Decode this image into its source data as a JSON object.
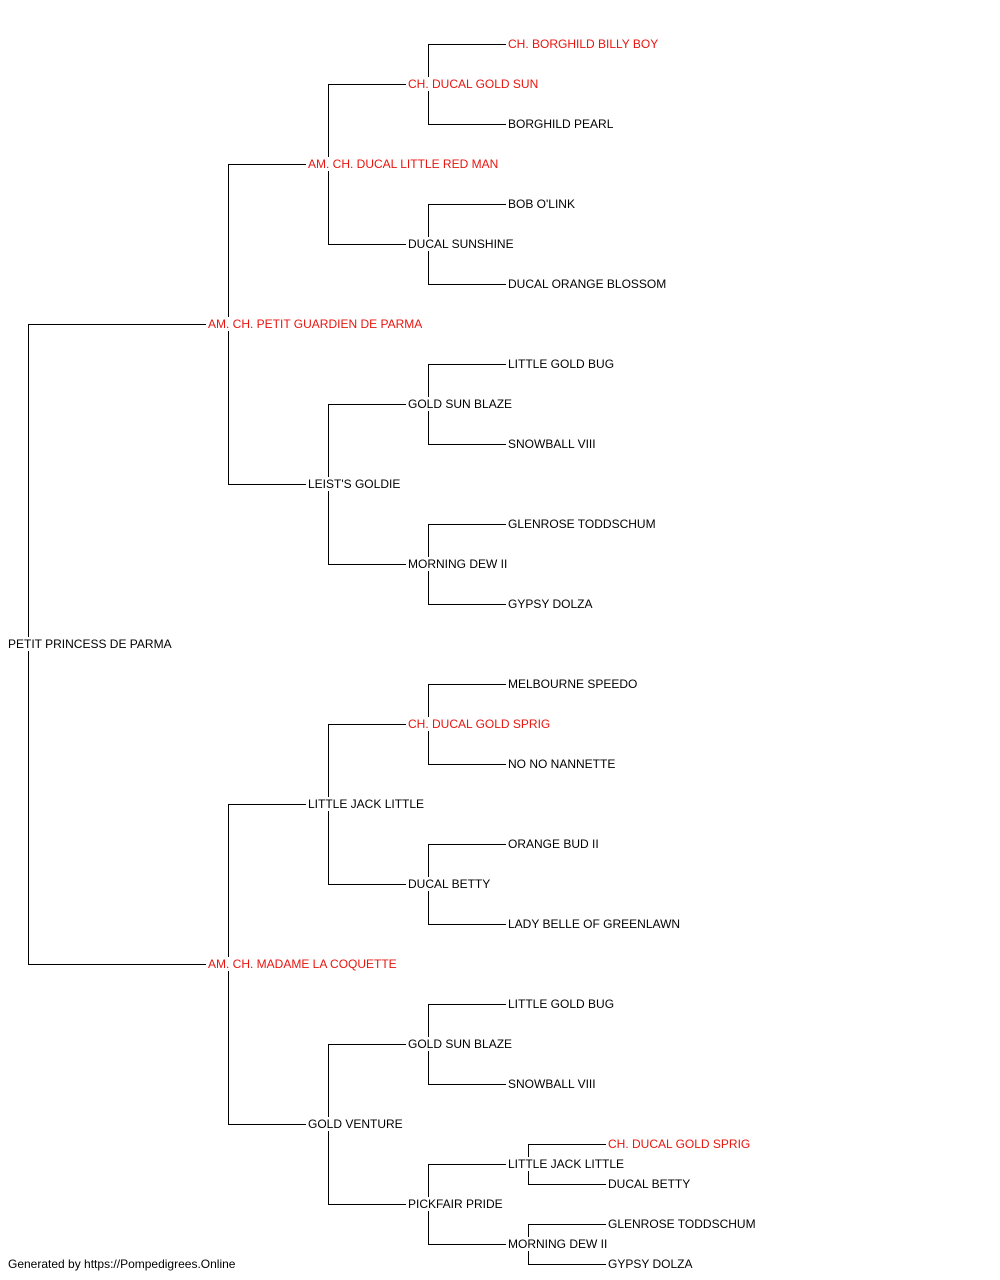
{
  "colors": {
    "champion": "#e8150f",
    "default": "#000000",
    "line": "#000000"
  },
  "pedigree": {
    "name": "PETIT PRINCESS DE PARMA",
    "champion": false,
    "sire": {
      "name": "AM. CH. PETIT GUARDIEN DE PARMA",
      "champion": true,
      "sire": {
        "name": "AM. CH. DUCAL LITTLE RED MAN",
        "champion": true,
        "sire": {
          "name": "CH. DUCAL GOLD SUN",
          "champion": true,
          "sire": {
            "name": "CH. BORGHILD BILLY BOY",
            "champion": true
          },
          "dam": {
            "name": "BORGHILD PEARL",
            "champion": false
          }
        },
        "dam": {
          "name": "DUCAL SUNSHINE",
          "champion": false,
          "sire": {
            "name": "BOB O'LINK",
            "champion": false
          },
          "dam": {
            "name": "DUCAL ORANGE BLOSSOM",
            "champion": false
          }
        }
      },
      "dam": {
        "name": "LEIST'S GOLDIE",
        "champion": false,
        "sire": {
          "name": "GOLD SUN BLAZE",
          "champion": false,
          "sire": {
            "name": "LITTLE GOLD BUG",
            "champion": false
          },
          "dam": {
            "name": "SNOWBALL VIII",
            "champion": false
          }
        },
        "dam": {
          "name": "MORNING DEW II",
          "champion": false,
          "sire": {
            "name": "GLENROSE TODDSCHUM",
            "champion": false
          },
          "dam": {
            "name": "GYPSY DOLZA",
            "champion": false
          }
        }
      }
    },
    "dam": {
      "name": "AM. CH. MADAME LA COQUETTE",
      "champion": true,
      "sire": {
        "name": "LITTLE JACK LITTLE",
        "champion": false,
        "sire": {
          "name": "CH. DUCAL GOLD SPRIG",
          "champion": true,
          "sire": {
            "name": "MELBOURNE SPEEDO",
            "champion": false
          },
          "dam": {
            "name": "NO NO NANNETTE",
            "champion": false
          }
        },
        "dam": {
          "name": "DUCAL BETTY",
          "champion": false,
          "sire": {
            "name": "ORANGE BUD II",
            "champion": false
          },
          "dam": {
            "name": "LADY BELLE OF GREENLAWN",
            "champion": false
          }
        }
      },
      "dam": {
        "name": "GOLD VENTURE",
        "champion": false,
        "sire": {
          "name": "GOLD SUN BLAZE",
          "champion": false,
          "sire": {
            "name": "LITTLE GOLD BUG",
            "champion": false
          },
          "dam": {
            "name": "SNOWBALL VIII",
            "champion": false
          }
        },
        "dam": {
          "name": "PICKFAIR PRIDE",
          "champion": false,
          "sire": {
            "name": "LITTLE JACK LITTLE",
            "champion": false,
            "sire": {
              "name": "CH. DUCAL GOLD SPRIG",
              "champion": true
            },
            "dam": {
              "name": "DUCAL BETTY",
              "champion": false
            }
          },
          "dam": {
            "name": "MORNING DEW II",
            "champion": false,
            "sire": {
              "name": "GLENROSE TODDSCHUM",
              "champion": false
            },
            "dam": {
              "name": "GYPSY DOLZA",
              "champion": false
            }
          }
        }
      }
    }
  },
  "footer": "Generated by https://Pompedigrees.Online"
}
